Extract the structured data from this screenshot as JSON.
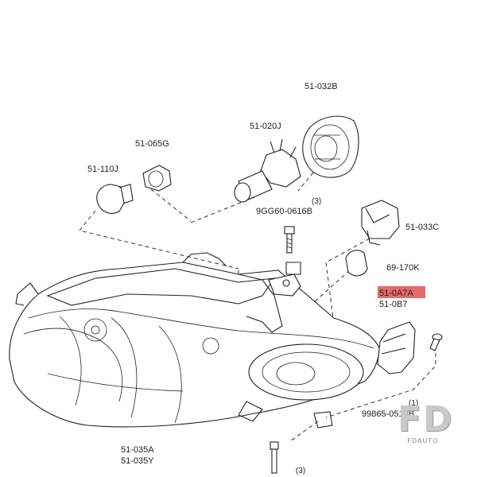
{
  "parts": [
    {
      "code": "51-032B"
    },
    {
      "code": "51-020J"
    },
    {
      "code": "51-065G"
    },
    {
      "code": "51-110J"
    },
    {
      "code": "9GG60-0616B",
      "qty": "(3)"
    },
    {
      "code": "51-033C"
    },
    {
      "code": "69-170K"
    },
    {
      "code": "51-0A7A",
      "highlight": "#e05050"
    },
    {
      "code": "51-0B7"
    },
    {
      "code": "99865-0516B",
      "qty": "(1)"
    },
    {
      "code": "51-035A"
    },
    {
      "code": "51-035Y"
    },
    {
      "code": "",
      "qty": "(3)"
    }
  ],
  "watermark": {
    "mark": "FD",
    "text": "FDAUTO"
  }
}
